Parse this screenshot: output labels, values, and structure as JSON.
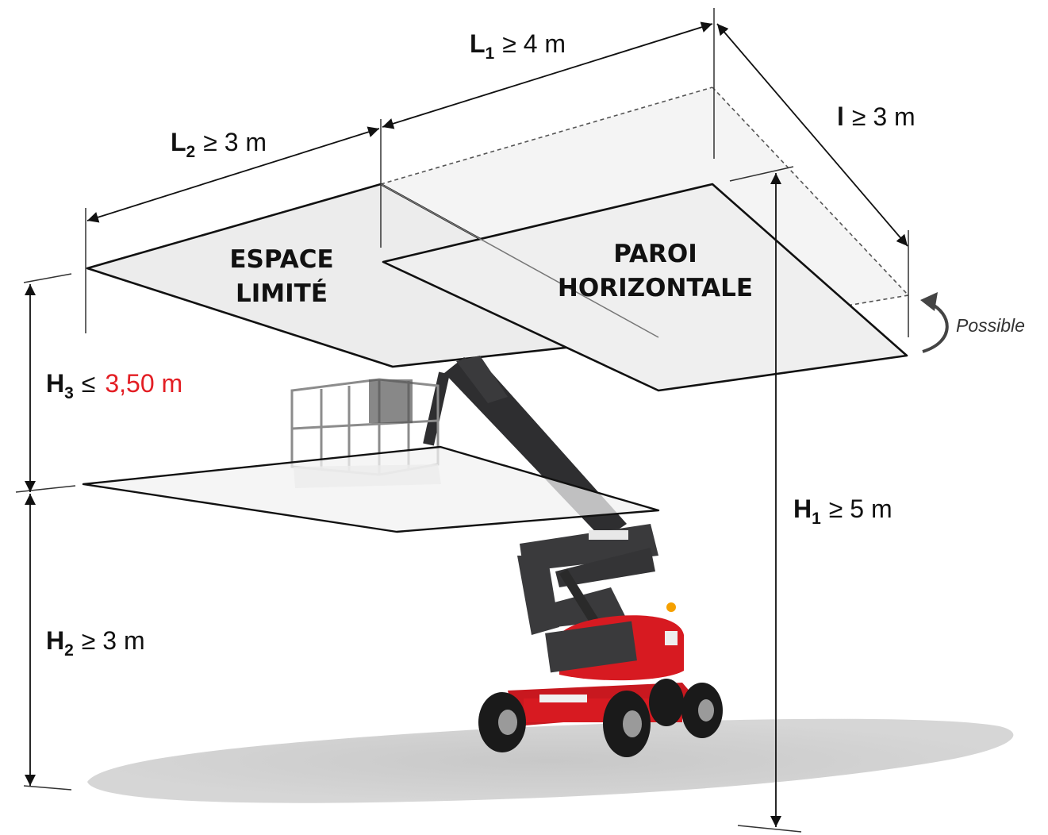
{
  "dimensions": {
    "l1": {
      "sym": "L",
      "sub": "1",
      "rel": "≥ 4 m"
    },
    "l2": {
      "sym": "L",
      "sub": "2",
      "rel": "≥ 3 m"
    },
    "w": {
      "sym": "l",
      "rel": "≥ 3 m"
    },
    "h1": {
      "sym": "H",
      "sub": "1",
      "rel": "≥ 5 m"
    },
    "h2": {
      "sym": "H",
      "sub": "2",
      "rel": "≥ 3 m"
    },
    "h3": {
      "sym": "H",
      "sub": "3",
      "rel": "≤",
      "value": "3,50 m"
    }
  },
  "zones": {
    "espace": {
      "line1": "ESPACE",
      "line2": "LIMITÉ"
    },
    "paroi": {
      "line1": "PAROI",
      "line2": "HORIZONTALE"
    }
  },
  "possible": "Possible",
  "colors": {
    "highlight": "#e31e24",
    "machine_red": "#d71a21",
    "machine_grey": "#3a3a3c",
    "shadow": "#cfcfcf"
  }
}
